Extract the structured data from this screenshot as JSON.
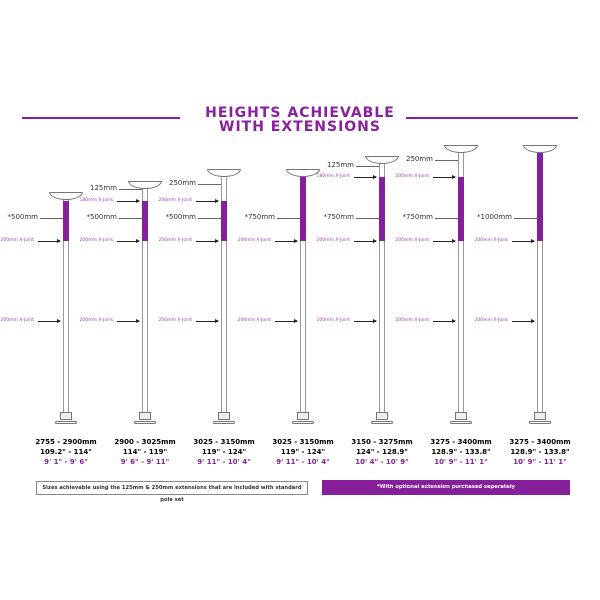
{
  "title": {
    "line1": "HEIGHTS ACHIEVABLE",
    "line2": "WITH EXTENSIONS"
  },
  "colors": {
    "accent": "#85209a"
  },
  "poles": [
    {
      "top_ext": "",
      "x_joint_top": "",
      "star_ext": "*500mm",
      "x_joint_1": "200mm X-Joint",
      "x_joint_2": "200mm X-Joint",
      "mm": "2755 - 2900mm",
      "inches": "109.2\" - 114\"",
      "feet": "9' 1\" - 9' 6\""
    },
    {
      "top_ext": "125mm",
      "x_joint_top": "180mm X-Joint",
      "star_ext": "*500mm",
      "x_joint_1": "200mm X-Joint",
      "x_joint_2": "200mm X-Joint",
      "mm": "2900 - 3025mm",
      "inches": "114\" - 119\"",
      "feet": "9' 6\" - 9' 11\""
    },
    {
      "top_ext": "250mm",
      "x_joint_top": "200mm X-Joint",
      "star_ext": "*500mm",
      "x_joint_1": "200mm X-Joint",
      "x_joint_2": "200mm X-Joint",
      "mm": "3025 - 3150mm",
      "inches": "119\" - 124\"",
      "feet": "9' 11\" - 10' 4\""
    },
    {
      "top_ext": "",
      "x_joint_top": "",
      "star_ext": "*750mm",
      "x_joint_1": "200mm X-Joint",
      "x_joint_2": "200mm X-Joint",
      "mm": "3025 - 3150mm",
      "inches": "119\" - 124\"",
      "feet": "9' 11\" - 10' 4\""
    },
    {
      "top_ext": "125mm",
      "x_joint_top": "180mm X-Joint",
      "star_ext": "*750mm",
      "x_joint_1": "200mm X-Joint",
      "x_joint_2": "200mm X-Joint",
      "mm": "3150 - 3275mm",
      "inches": "124\" - 128.9\"",
      "feet": "10' 4\" - 10' 9\""
    },
    {
      "top_ext": "250mm",
      "x_joint_top": "200mm X-Joint",
      "star_ext": "*750mm",
      "x_joint_1": "200mm X-Joint",
      "x_joint_2": "200mm X-Joint",
      "mm": "3275 - 3400mm",
      "inches": "128.9\" - 133.8\"",
      "feet": "10' 9\" - 11' 1\""
    },
    {
      "top_ext": "",
      "x_joint_top": "",
      "star_ext": "*1000mm",
      "x_joint_1": "200mm X-Joint",
      "x_joint_2": "200mm X-Joint",
      "mm": "3275 - 3400mm",
      "inches": "128.9\" - 133.8\"",
      "feet": "10' 9\" - 11' 1\""
    }
  ],
  "notes": {
    "standard": "Sizes achievable using the 125mm & 250mm extensions that are included with standard pole set",
    "optional": "*With optional extension purchased seperately"
  }
}
